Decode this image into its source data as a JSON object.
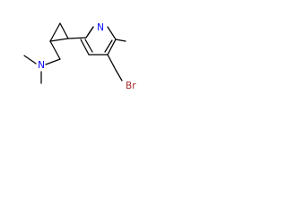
{
  "molecule": {
    "atoms": {
      "nitrogen_ring": "N",
      "nitrogen_amine": "N",
      "bromine": "Br"
    },
    "colors": {
      "bond": "#000000",
      "nitrogen": "#0000ff",
      "bromine": "#a52a2a",
      "background": "#ffffff"
    }
  }
}
